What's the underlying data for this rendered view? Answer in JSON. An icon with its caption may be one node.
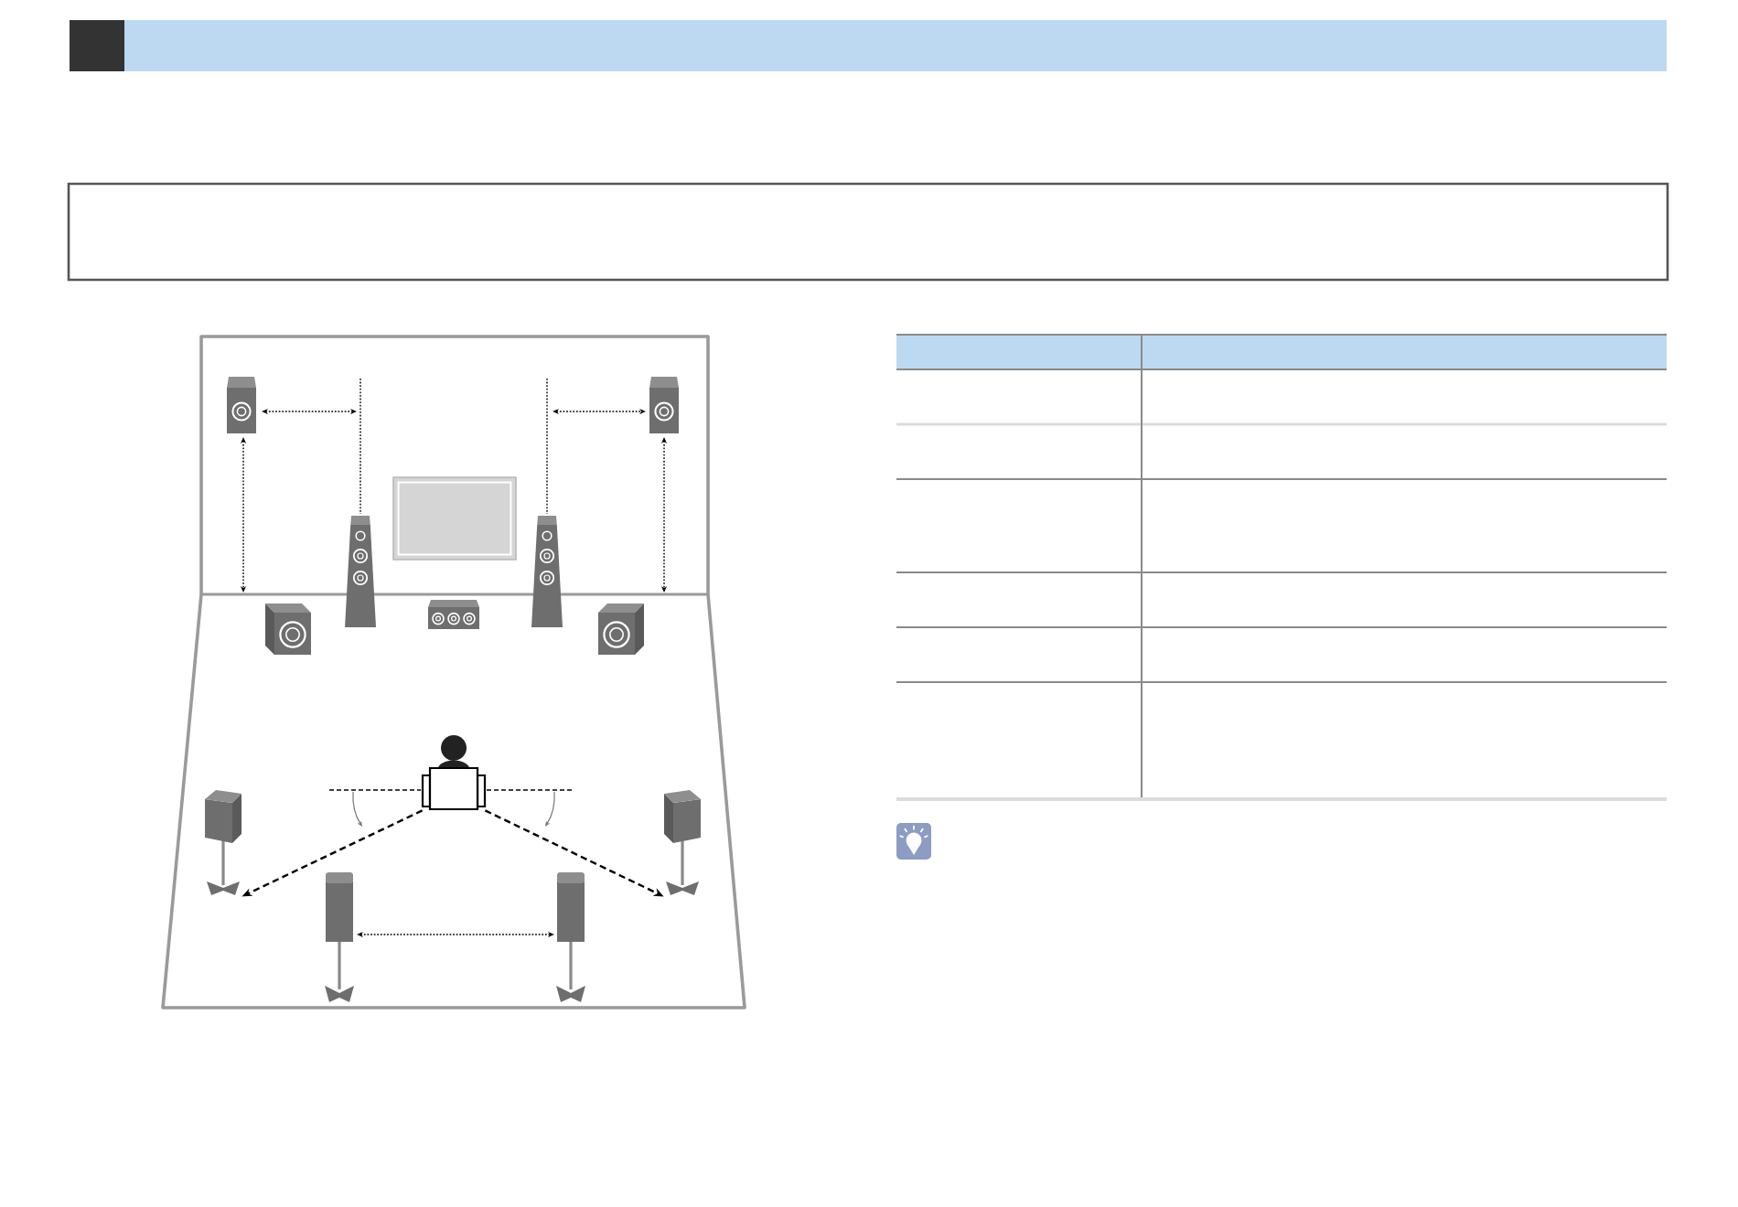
{
  "diagram": {
    "nodes": [
      {
        "text": [],
        "shape": "box"
      },
      {
        "text": [],
        "shape": "person"
      },
      {
        "text": [],
        "shape": "picture"
      },
      {
        "text": [],
        "shape": "picture"
      }
    ],
    "edges": [
      {
        "from": 1,
        "to": 2,
        "arrow": "to",
        "style": "dashed"
      },
      {
        "from": 1,
        "to": 3,
        "arrow": "to",
        "style": "dashed"
      }
    ]
  }
}
